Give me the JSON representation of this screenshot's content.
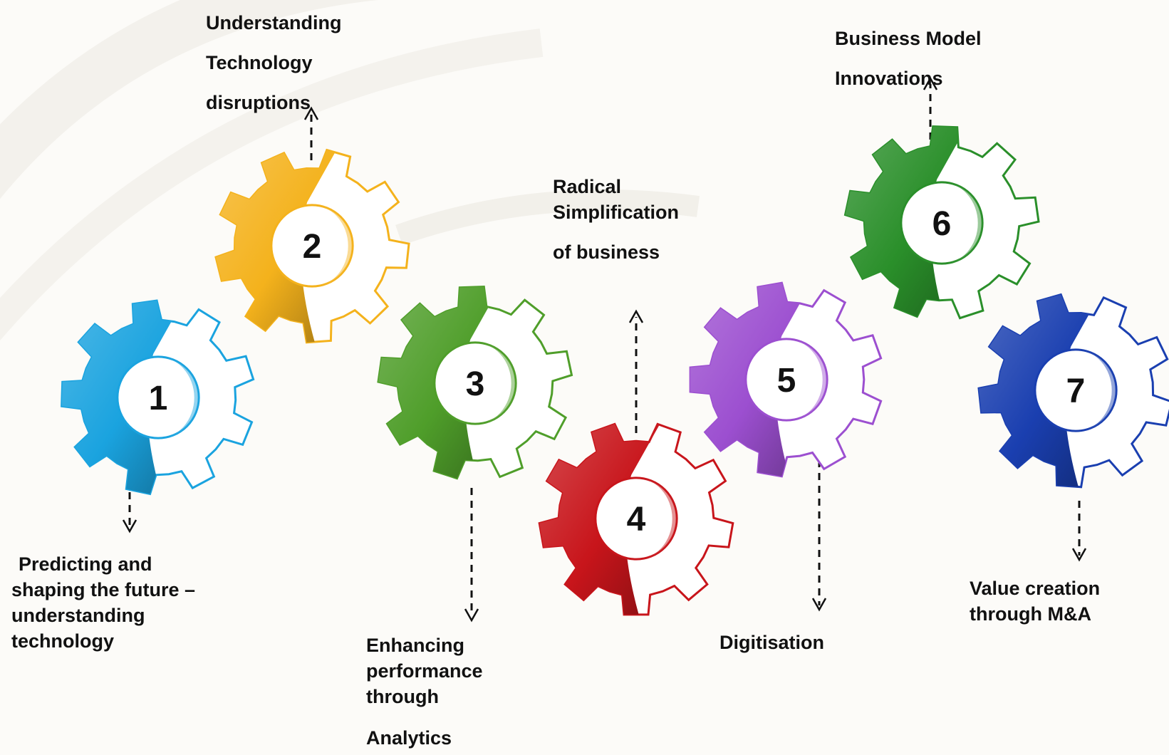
{
  "gears": [
    {
      "id": "1",
      "number": "1",
      "color": "#1aa3df",
      "label": [
        "Predicting and",
        "shaping the future –",
        "understanding",
        "technology"
      ]
    },
    {
      "id": "2",
      "number": "2",
      "color": "#f4b21c",
      "label": [
        "Understanding",
        "Technology",
        "disruptions"
      ]
    },
    {
      "id": "3",
      "number": "3",
      "color": "#4f9e2a",
      "label": [
        "Enhancing",
        "performance",
        "through",
        "Analytics"
      ]
    },
    {
      "id": "4",
      "number": "4",
      "color": "#c8151b",
      "label": [
        "Radical",
        "Simplification",
        "of business"
      ]
    },
    {
      "id": "5",
      "number": "5",
      "color": "#9c4fd0",
      "label": [
        "Digitisation"
      ]
    },
    {
      "id": "6",
      "number": "6",
      "color": "#2a8f2a",
      "label": [
        "Business Model",
        "Innovations"
      ]
    },
    {
      "id": "7",
      "number": "7",
      "color": "#1a3fb0",
      "label": [
        "Value creation",
        "through M&A"
      ]
    }
  ]
}
